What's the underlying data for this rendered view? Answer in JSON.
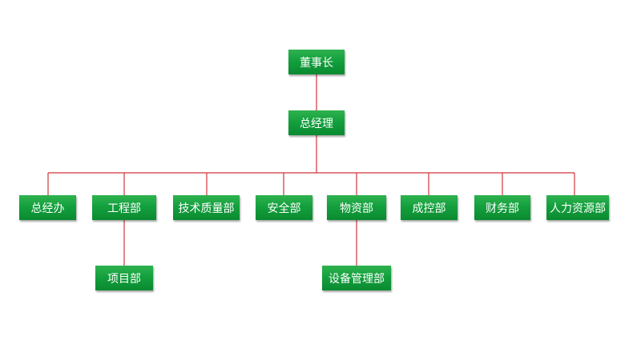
{
  "org_chart": {
    "chairman": "董事长",
    "general_manager": "总经理",
    "departments": [
      "总经办",
      "工程部",
      "技术质量部",
      "安全部",
      "物资部",
      "成控部",
      "财务部",
      "人力资源部"
    ],
    "sub_units": {
      "project": "项目部",
      "equipment": "设备管理部"
    }
  },
  "colors": {
    "node_fill": "#14a03e",
    "node_text": "#ffffff",
    "connector": "#d0343c"
  }
}
